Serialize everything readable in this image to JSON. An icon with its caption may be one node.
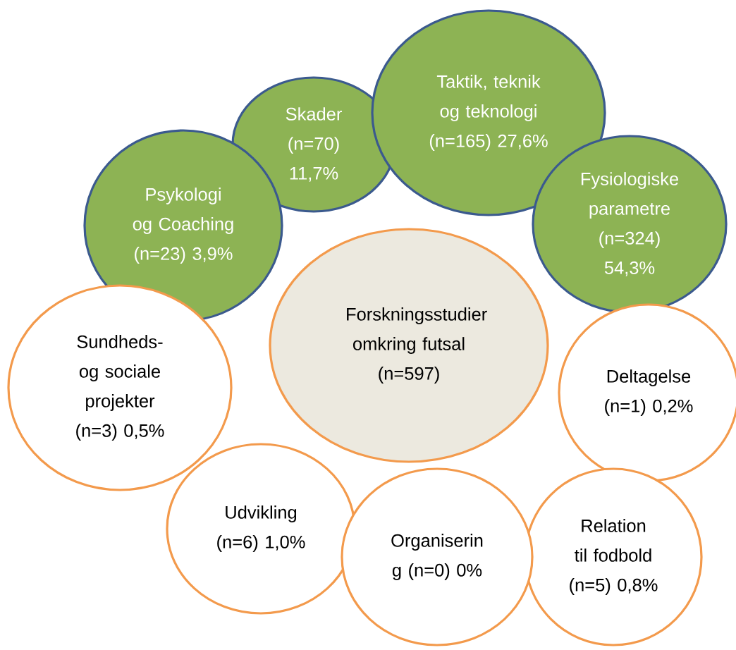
{
  "diagram": {
    "nodes": [
      {
        "text": [
          "Taktik, teknik og teknologi (n=165) 27,6%"
        ]
      },
      {
        "text": [
          "Skader (n=70) 11,7%"
        ]
      },
      {
        "text": [
          "Psykologi og Coaching (n=23) 3,9%"
        ]
      },
      {
        "text": [
          "Fysiologiske parametre (n=324) 54,3%"
        ]
      },
      {
        "text": [
          "Forskningsstudier omkring futsal (n=597)"
        ]
      },
      {
        "text": [
          "Sundheds- og sociale projekter (n=3) 0,5%"
        ]
      },
      {
        "text": [
          "Deltagelse (n=1) 0,2%"
        ]
      },
      {
        "text": [
          "Udvikling (n=6) 1,0%"
        ]
      },
      {
        "text": [
          "Organiserin g (n=0) 0%"
        ]
      },
      {
        "text": [
          "Relation til fodbold (n=5) 0,8%"
        ]
      }
    ]
  }
}
